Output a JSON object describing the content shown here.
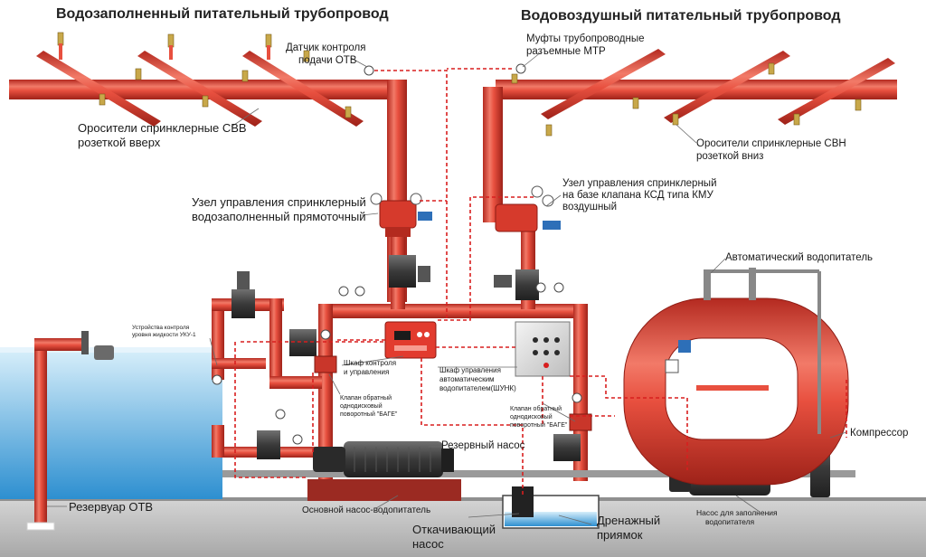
{
  "diagram": {
    "title_left": "Водозаполненный питательный трубопровод",
    "title_right": "Водовоздушный питательный трубопровод",
    "colors": {
      "pipe": "#e8503f",
      "pipe_dark": "#b02d22",
      "control_line": "#d81e1e",
      "water": "#5fb6e8",
      "ground": "#b9b9b9",
      "equipment": "#3d3d3d"
    },
    "labels": {
      "sensor": [
        "Датчик контроля",
        "подачи ОТВ"
      ],
      "couplings": [
        "Муфты трубопроводные",
        "разъемные МТР"
      ],
      "sprinklers_up": [
        "Оросители спринклерные СВВ",
        "розеткой вверх"
      ],
      "sprinklers_down": [
        "Оросители спринклерные СВН",
        "розеткой вниз"
      ],
      "unit_water": [
        "Узел управления спринклерный",
        "водозаполненный прямоточный"
      ],
      "unit_air": [
        "Узел управления спринклерный",
        "на базе клапана КСД типа КМУ",
        "воздушный"
      ],
      "auto_feeder": "Автоматический водопитатель",
      "level_device": [
        "Устройства контроля",
        "уровня жидкости УКУ-1"
      ],
      "control_cabinet": [
        "Шкаф контроля",
        "и управления"
      ],
      "feeder_cabinet": [
        "Шкаф управления",
        "автоматическим",
        "водопитателем(ШУНК)"
      ],
      "check_valve_left": [
        "Клапан обратный",
        "однодисковый",
        "поворотный \"БАГЕ\""
      ],
      "check_valve_right": [
        "Клапан обратный",
        "однодисковый",
        "поворотный \"БАГЕ\""
      ],
      "reserve_pump": "Резервный насос",
      "compressor": "Компрессор",
      "reservoir": "Резервуар ОТВ",
      "main_pump": "Основной насос-водопитатель",
      "drain_pump": [
        "Откачивающий",
        "насос"
      ],
      "drain_pit": [
        "Дренажный",
        "приямок"
      ],
      "fill_pump": [
        "Насос для заполнения",
        "водопитателя"
      ]
    }
  }
}
